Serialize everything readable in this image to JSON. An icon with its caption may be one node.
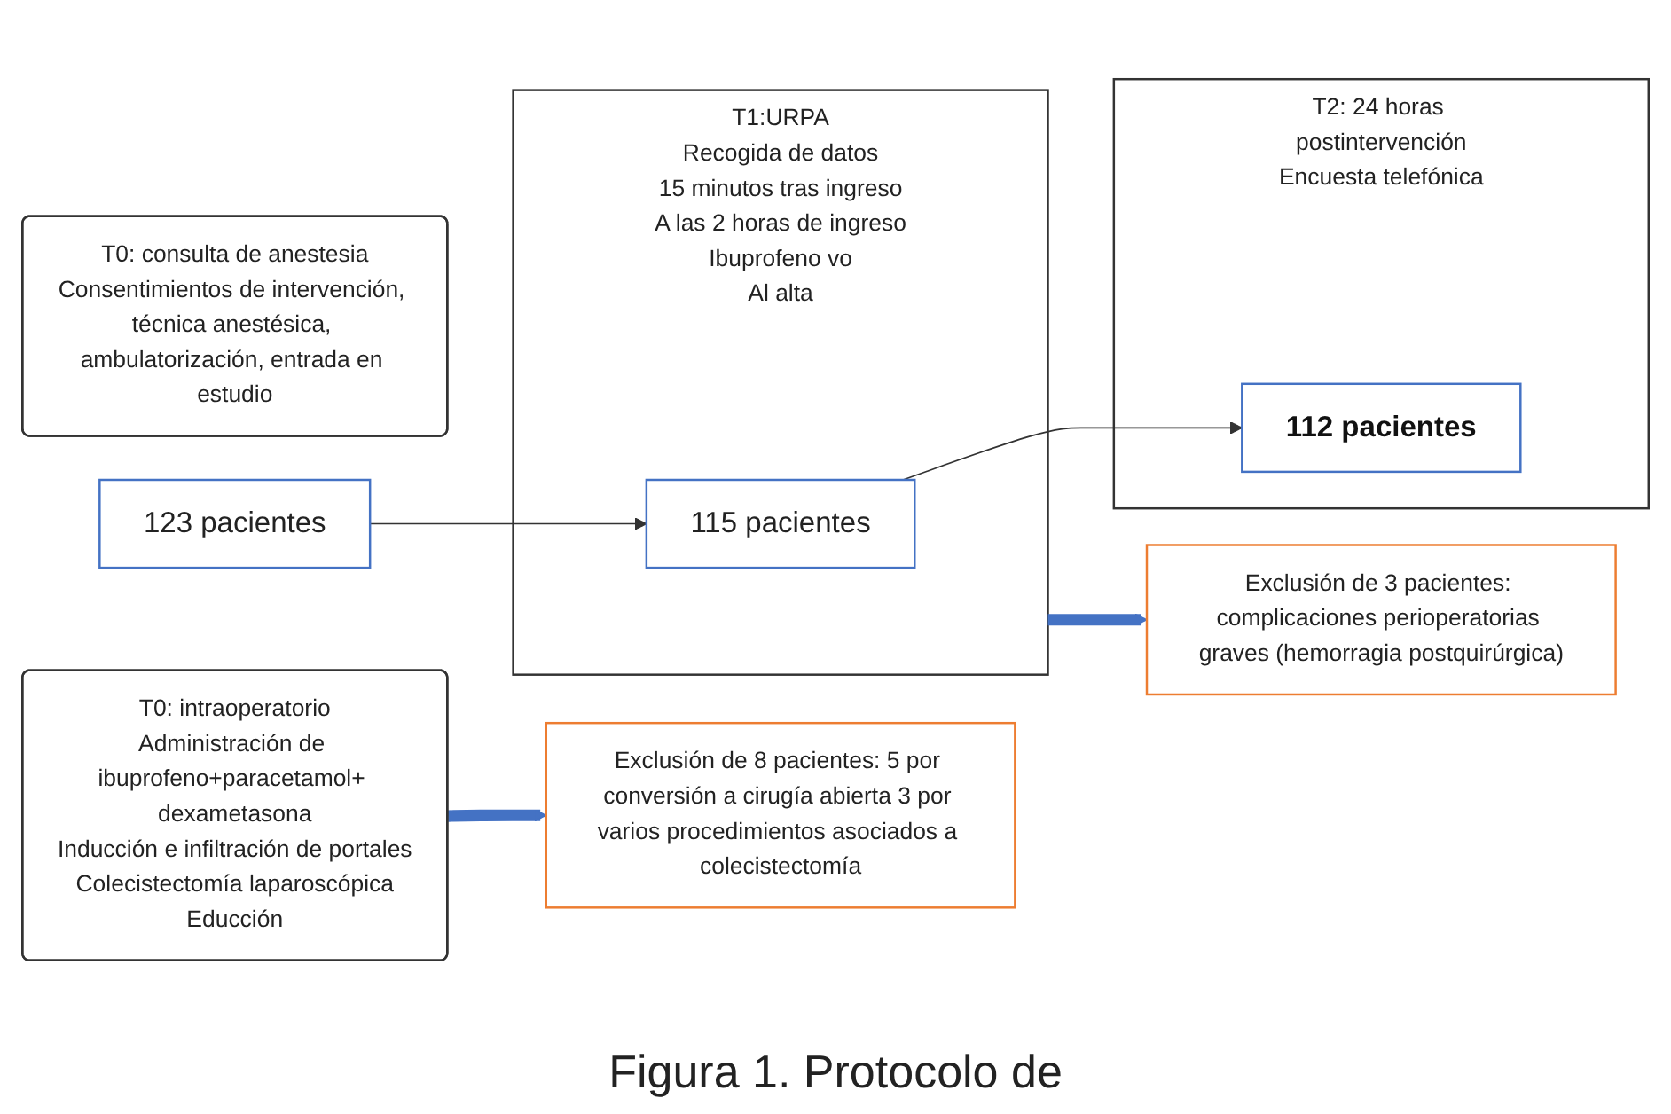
{
  "diagram": {
    "caption": "Figura 1. Protocolo de",
    "nodes": [
      {
        "text": [
          "T0: consulta de anestesia",
          "Consentimientos de intervención, técnica anestésica, ambulatorización, entrada en estudio"
        ]
      },
      {
        "text": [
          "T0: intraoperatorio",
          "Administración de ibuprofeno+paracetamol+ dexametasona",
          "Inducción e infiltración de portales",
          "Colecistectomía laparoscópica",
          "Educción"
        ]
      },
      {
        "text": [
          "T1:URPA",
          "Recogida de datos",
          "15 minutos tras ingreso",
          "A las 2 horas de ingreso",
          "Ibuprofeno vo",
          "Al alta"
        ]
      },
      {
        "text": [
          "T2: 24 horas postintervención",
          "Encuesta telefónica"
        ]
      },
      {
        "text": [
          "123 pacientes"
        ]
      },
      {
        "text": [
          "115 pacientes"
        ],
        "in": 2
      },
      {
        "text": [
          "112 pacientes"
        ],
        "in": 3
      },
      {
        "text": [
          "Exclusión de 8 pacientes: 5 por conversión a cirugía abierta 3 por varios procedimientos asociados a colecistectomía"
        ]
      },
      {
        "text": [
          "Exclusión de 3 pacientes: complicaciones perioperatorias graves (hemorragia postquirúrgica)"
        ]
      }
    ],
    "edges": [
      {
        "from": 4,
        "to": 5,
        "arrow": "to"
      },
      {
        "from": 5,
        "to": 6,
        "arrow": "to"
      },
      {
        "from": 1,
        "to": 7,
        "arrow": "to",
        "style": "thick",
        "color": "#4472c4"
      },
      {
        "from": 2,
        "to": 8,
        "arrow": "to",
        "style": "thick",
        "color": "#4472c4"
      }
    ]
  }
}
